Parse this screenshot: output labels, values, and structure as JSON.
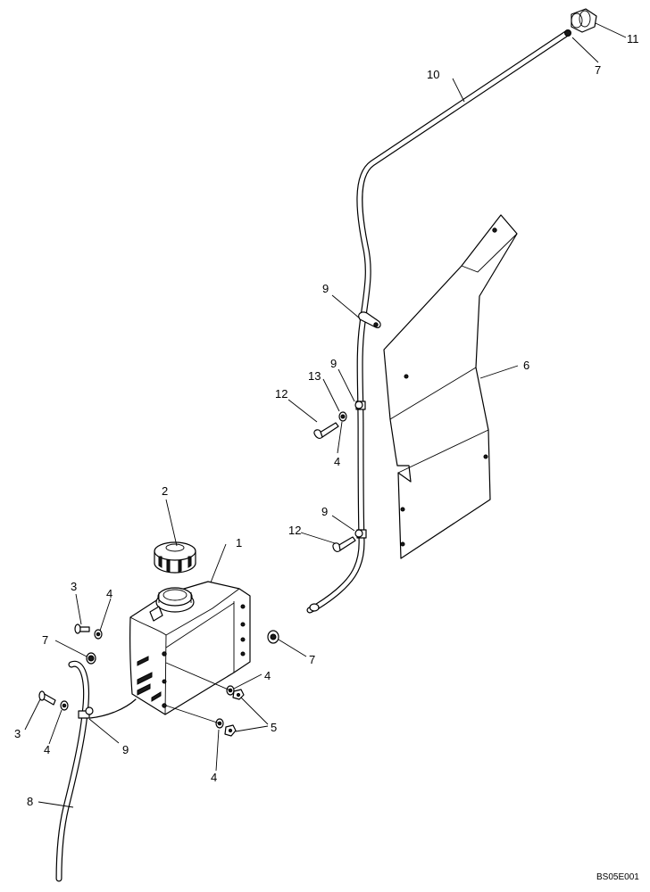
{
  "drawing_code": "BS05E001",
  "callouts": {
    "c1": "1",
    "c2": "2",
    "c3a": "3",
    "c3b": "3",
    "c4a": "4",
    "c4b": "4",
    "c4c": "4",
    "c4d": "4",
    "c4e": "4",
    "c5": "5",
    "c6": "6",
    "c7a": "7",
    "c7b": "7",
    "c7c": "7",
    "c8": "8",
    "c9a": "9",
    "c9b": "9",
    "c9c": "9",
    "c9d": "9",
    "c10": "10",
    "c11": "11",
    "c12a": "12",
    "c12b": "12",
    "c13": "13"
  }
}
